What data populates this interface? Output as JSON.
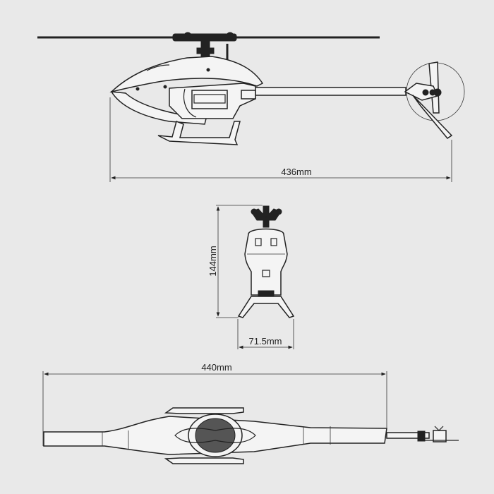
{
  "dimensions": {
    "side_length": "436mm",
    "height": "144mm",
    "width": "71.5mm",
    "top_length": "440mm"
  },
  "colors": {
    "background": "#e9e9e9",
    "line": "#222222"
  }
}
